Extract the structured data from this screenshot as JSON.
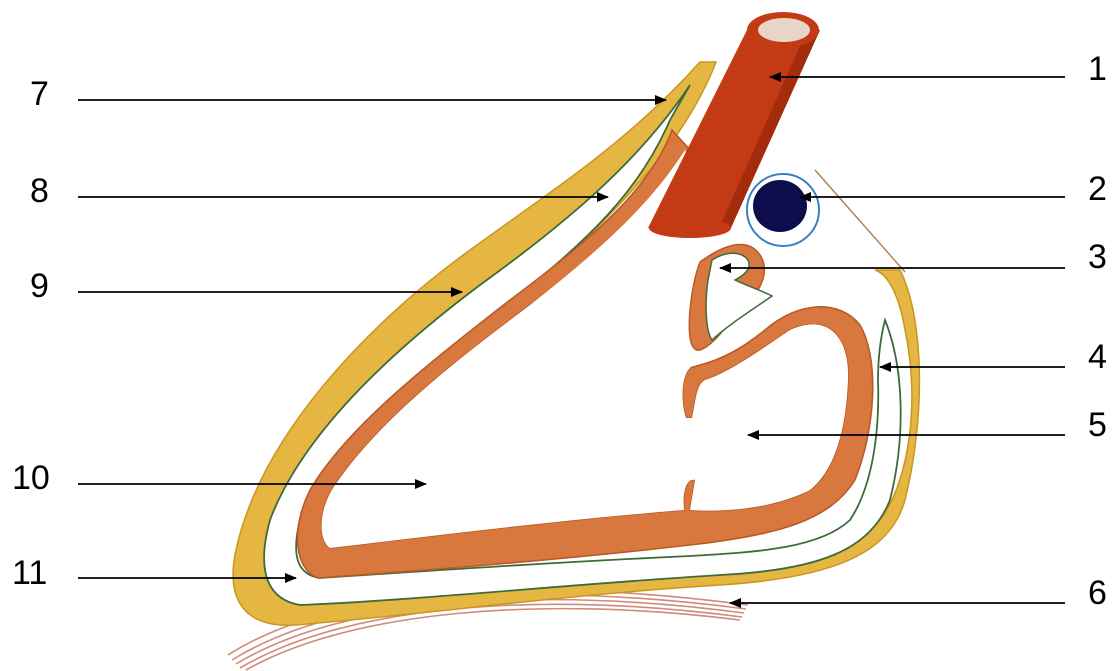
{
  "labels": [
    {
      "id": "1",
      "text": "1"
    },
    {
      "id": "2",
      "text": "2"
    },
    {
      "id": "3",
      "text": "3"
    },
    {
      "id": "4",
      "text": "4"
    },
    {
      "id": "5",
      "text": "5"
    },
    {
      "id": "6",
      "text": "6"
    },
    {
      "id": "7",
      "text": "7"
    },
    {
      "id": "8",
      "text": "8"
    },
    {
      "id": "9",
      "text": "9"
    },
    {
      "id": "10",
      "text": "10"
    },
    {
      "id": "11",
      "text": "11"
    }
  ],
  "colors": {
    "outer_layer": "#e6b642",
    "outer_layer_edge": "#c99620",
    "membrane_line": "#3d6b3a",
    "wall": "#d9783e",
    "wall_edge": "#b85a28",
    "vessel": "#c33a14",
    "vessel_dark": "#a32c0c",
    "vessel_lumen": "#e8d5c8",
    "round_structure": "#0d0d4d",
    "round_ring": "#3a7fc1",
    "fibers": "#d08a7a",
    "pointer": "#000000"
  }
}
